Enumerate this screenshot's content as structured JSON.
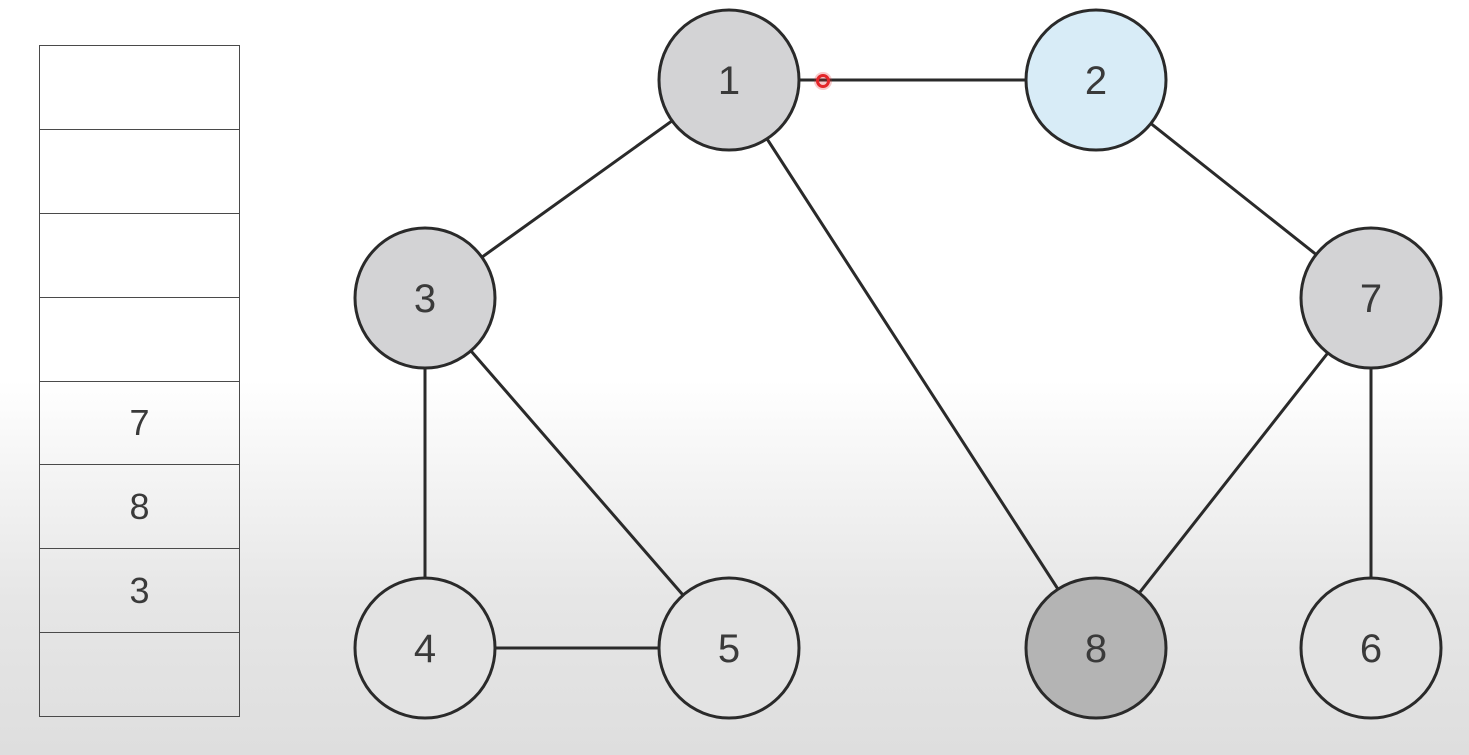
{
  "stack": {
    "cells": [
      "",
      "",
      "",
      "",
      "7",
      "8",
      "3",
      ""
    ]
  },
  "graph": {
    "nodes": [
      {
        "id": "1",
        "label": "1",
        "state": "visited"
      },
      {
        "id": "2",
        "label": "2",
        "state": "current"
      },
      {
        "id": "3",
        "label": "3",
        "state": "visited"
      },
      {
        "id": "4",
        "label": "4",
        "state": "unvisited"
      },
      {
        "id": "5",
        "label": "5",
        "state": "unvisited"
      },
      {
        "id": "6",
        "label": "6",
        "state": "unvisited"
      },
      {
        "id": "7",
        "label": "7",
        "state": "visited"
      },
      {
        "id": "8",
        "label": "8",
        "state": "top"
      }
    ],
    "edges": [
      [
        "1",
        "2"
      ],
      [
        "1",
        "3"
      ],
      [
        "1",
        "8"
      ],
      [
        "2",
        "7"
      ],
      [
        "3",
        "4"
      ],
      [
        "3",
        "5"
      ],
      [
        "4",
        "5"
      ],
      [
        "7",
        "8"
      ],
      [
        "7",
        "6"
      ]
    ]
  },
  "colors": {
    "current": "#d8ecf7",
    "visited": "#d3d3d5",
    "unvisited": "#e3e3e3",
    "top": "#b4b4b4",
    "stroke": "#2a2a2a",
    "cursor": "#e3262a"
  }
}
